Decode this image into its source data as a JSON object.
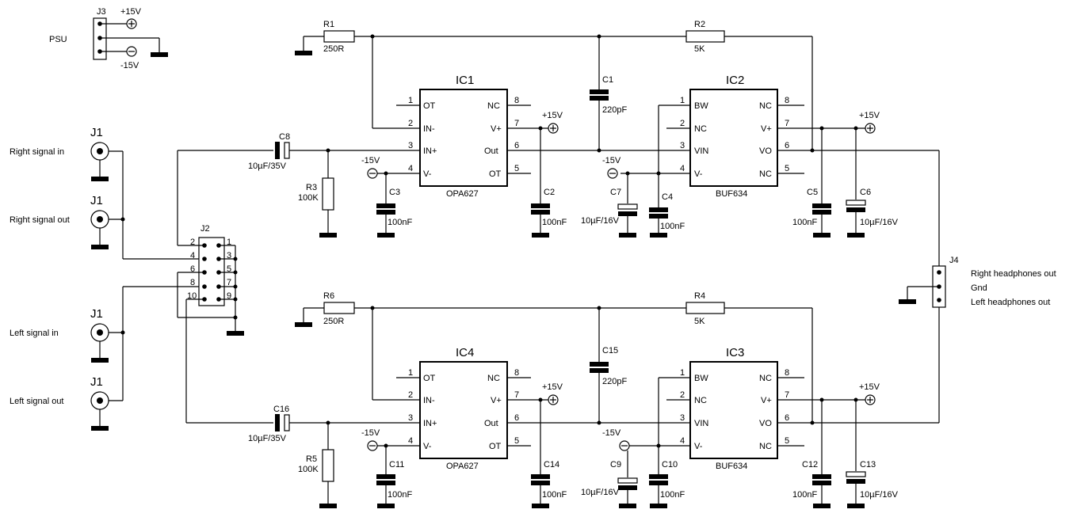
{
  "power": {
    "j3_ref": "J3",
    "plus_label": "+15V",
    "minus_label": "-15V",
    "psu_label": "PSU"
  },
  "connectors": {
    "j1_ref": "J1",
    "right_in": "Right signal in",
    "right_out": "Right signal out",
    "left_in": "Left signal in",
    "left_out": "Left signal out",
    "j2_ref": "J2",
    "j2_pins": [
      "1",
      "2",
      "3",
      "4",
      "5",
      "6",
      "7",
      "8",
      "9",
      "10"
    ],
    "j4_ref": "J4",
    "right_hp": "Right headphones out",
    "gnd": "Gnd",
    "left_hp": "Left headphones out"
  },
  "top": {
    "r1_ref": "R1",
    "r1_val": "250R",
    "r2_ref": "R2",
    "r2_val": "5K",
    "c1_ref": "C1",
    "c1_val": "220pF",
    "c8_ref": "C8",
    "c8_val": "10µF/35V",
    "r3_ref": "R3",
    "r3_val": "100K",
    "c3_ref": "C3",
    "c3_val": "100nF",
    "c2_ref": "C2",
    "c2_val": "100nF",
    "c7_ref": "C7",
    "c7_val": "10µF/16V",
    "c4_ref": "C4",
    "c4_val": "100nF",
    "c5_ref": "C5",
    "c5_val": "100nF",
    "c6_ref": "C6",
    "c6_val": "10µF/16V",
    "opamp_ref": "IC1",
    "opamp_part": "OPA627",
    "buf_ref": "IC2",
    "buf_part": "BUF634"
  },
  "bottom": {
    "r1_ref": "R6",
    "r1_val": "250R",
    "r2_ref": "R4",
    "r2_val": "5K",
    "c1_ref": "C15",
    "c1_val": "220pF",
    "c8_ref": "C16",
    "c8_val": "10µF/35V",
    "r3_ref": "R5",
    "r3_val": "100K",
    "c3_ref": "C11",
    "c3_val": "100nF",
    "c2_ref": "C14",
    "c2_val": "100nF",
    "c7_ref": "C9",
    "c7_val": "10µF/16V",
    "c4_ref": "C10",
    "c4_val": "100nF",
    "c5_ref": "C12",
    "c5_val": "100nF",
    "c6_ref": "C13",
    "c6_val": "10µF/16V",
    "opamp_ref": "IC4",
    "opamp_part": "OPA627",
    "buf_ref": "IC3",
    "buf_part": "BUF634"
  },
  "opamp_pins": {
    "left_nums": [
      "1",
      "2",
      "3",
      "4"
    ],
    "left_names": [
      "OT",
      "IN-",
      "IN+",
      "V-"
    ],
    "right_nums": [
      "8",
      "7",
      "6",
      "5"
    ],
    "right_names": [
      "NC",
      "V+",
      "Out",
      "OT"
    ]
  },
  "buf_pins": {
    "left_nums": [
      "1",
      "2",
      "3",
      "4"
    ],
    "left_names": [
      "BW",
      "NC",
      "VIN",
      "V-"
    ],
    "right_nums": [
      "8",
      "7",
      "6",
      "5"
    ],
    "right_names": [
      "NC",
      "V+",
      "VO",
      "NC"
    ]
  },
  "symbols": {
    "plus_icon": "plus-circle-icon",
    "minus_icon": "minus-circle-icon",
    "ground_icon": "ground-bar-icon"
  }
}
